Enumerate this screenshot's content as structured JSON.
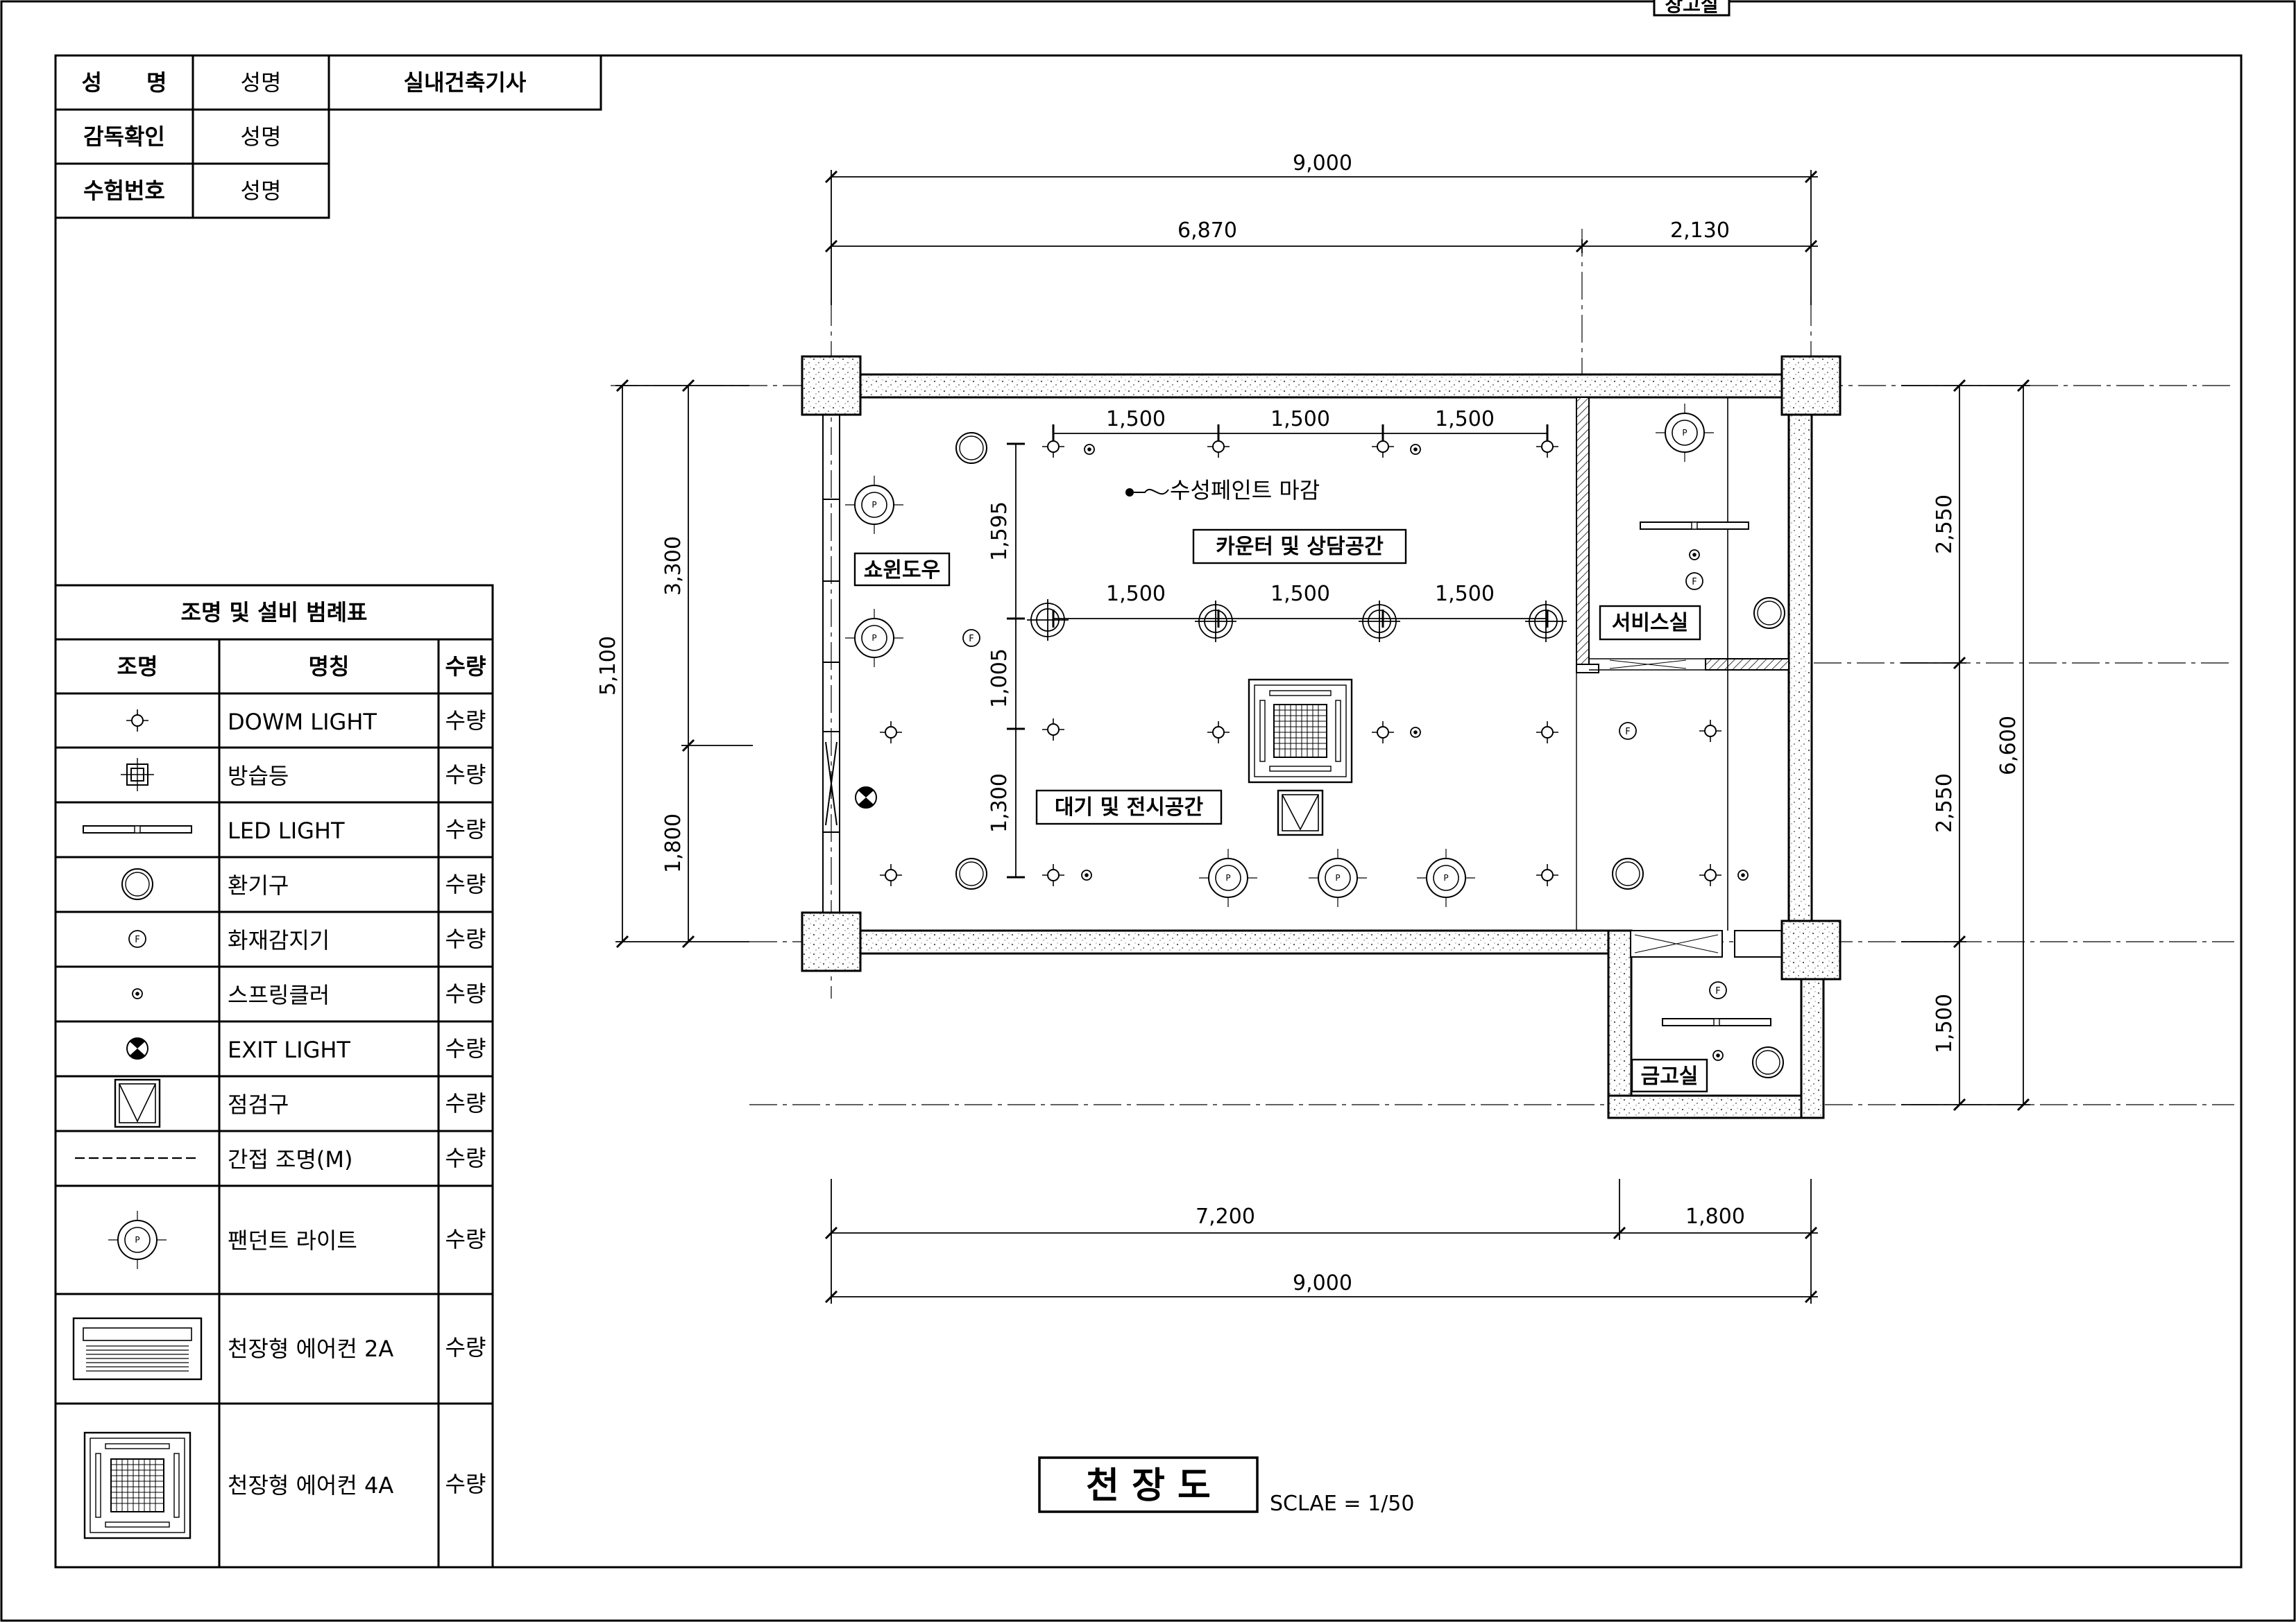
{
  "title_block": {
    "rows": [
      {
        "label": "성　　명",
        "value": "성명"
      },
      {
        "label": "감독확인",
        "value": "성명"
      },
      {
        "label": "수험번호",
        "value": "성명"
      }
    ],
    "exam": "실내건축기사"
  },
  "top_cut_label": "창고실",
  "legend": {
    "title": "조명 및 설비 범례표",
    "headers": [
      "조명",
      "명칭",
      "수량"
    ],
    "items": [
      {
        "icon": "downlight-icon",
        "name": "DOWM LIGHT",
        "qty": "수량"
      },
      {
        "icon": "moisture-proof-light-icon",
        "name": "방습등",
        "qty": "수량"
      },
      {
        "icon": "led-light-icon",
        "name": "LED LIGHT",
        "qty": "수량"
      },
      {
        "icon": "ventilator-icon",
        "name": "환기구",
        "qty": "수량"
      },
      {
        "icon": "fire-detector-icon",
        "name": "화재감지기",
        "qty": "수량"
      },
      {
        "icon": "sprinkler-icon",
        "name": "스프링클러",
        "qty": "수량"
      },
      {
        "icon": "exit-light-icon",
        "name": "EXIT LIGHT",
        "qty": "수량"
      },
      {
        "icon": "access-hatch-icon",
        "name": "점검구",
        "qty": "수량"
      },
      {
        "icon": "indirect-light-icon",
        "name": "간접 조명(M)",
        "qty": "수량"
      },
      {
        "icon": "pendant-light-icon",
        "name": "팬던트 라이트",
        "qty": "수량"
      },
      {
        "icon": "aircon-2way-icon",
        "name": "천장형 에어컨 2A",
        "qty": "수량"
      },
      {
        "icon": "aircon-4way-icon",
        "name": "천장형 에어컨 4A",
        "qty": "수량"
      }
    ]
  },
  "dims": {
    "top_total": "9,000",
    "top_a": "6,870",
    "top_b": "2,130",
    "bottom_a": "7,200",
    "bottom_b": "1,800",
    "bottom_total": "9,000",
    "left_total": "5,100",
    "left_a": "3,300",
    "left_b": "1,800",
    "right_a": "2,550",
    "right_b": "2,550",
    "right_c": "1,500",
    "right_total": "6,600",
    "inner_top": [
      "1,500",
      "1,500",
      "1,500"
    ],
    "inner_mid": [
      "1,500",
      "1,500",
      "1,500"
    ],
    "inner_v": [
      "1,595",
      "1,005",
      "1,300"
    ]
  },
  "rooms": {
    "showwindow": "쇼윈도우",
    "counter": "카운터 및 상담공간",
    "waiting": "대기 및 전시공간",
    "service": "서비스실",
    "vault": "금고실"
  },
  "finish_note": "수성페인트 마감",
  "drawing_title": "천 장 도",
  "scale": "SCLAE = 1/50",
  "glyph": {
    "fire": "F",
    "pendant": "P"
  }
}
